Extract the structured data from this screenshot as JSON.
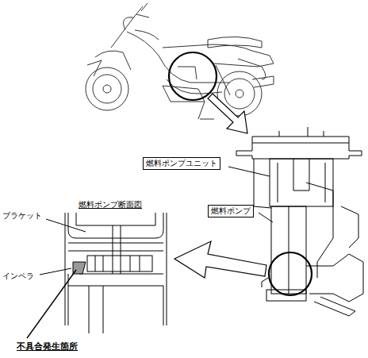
{
  "diagram": {
    "labels": [
      "燃料ポンプユニット",
      "燃料ポンプ",
      "燃料ポンプ断面図",
      "ブラケット",
      "インペラ",
      "不具合発生箇所"
    ]
  }
}
